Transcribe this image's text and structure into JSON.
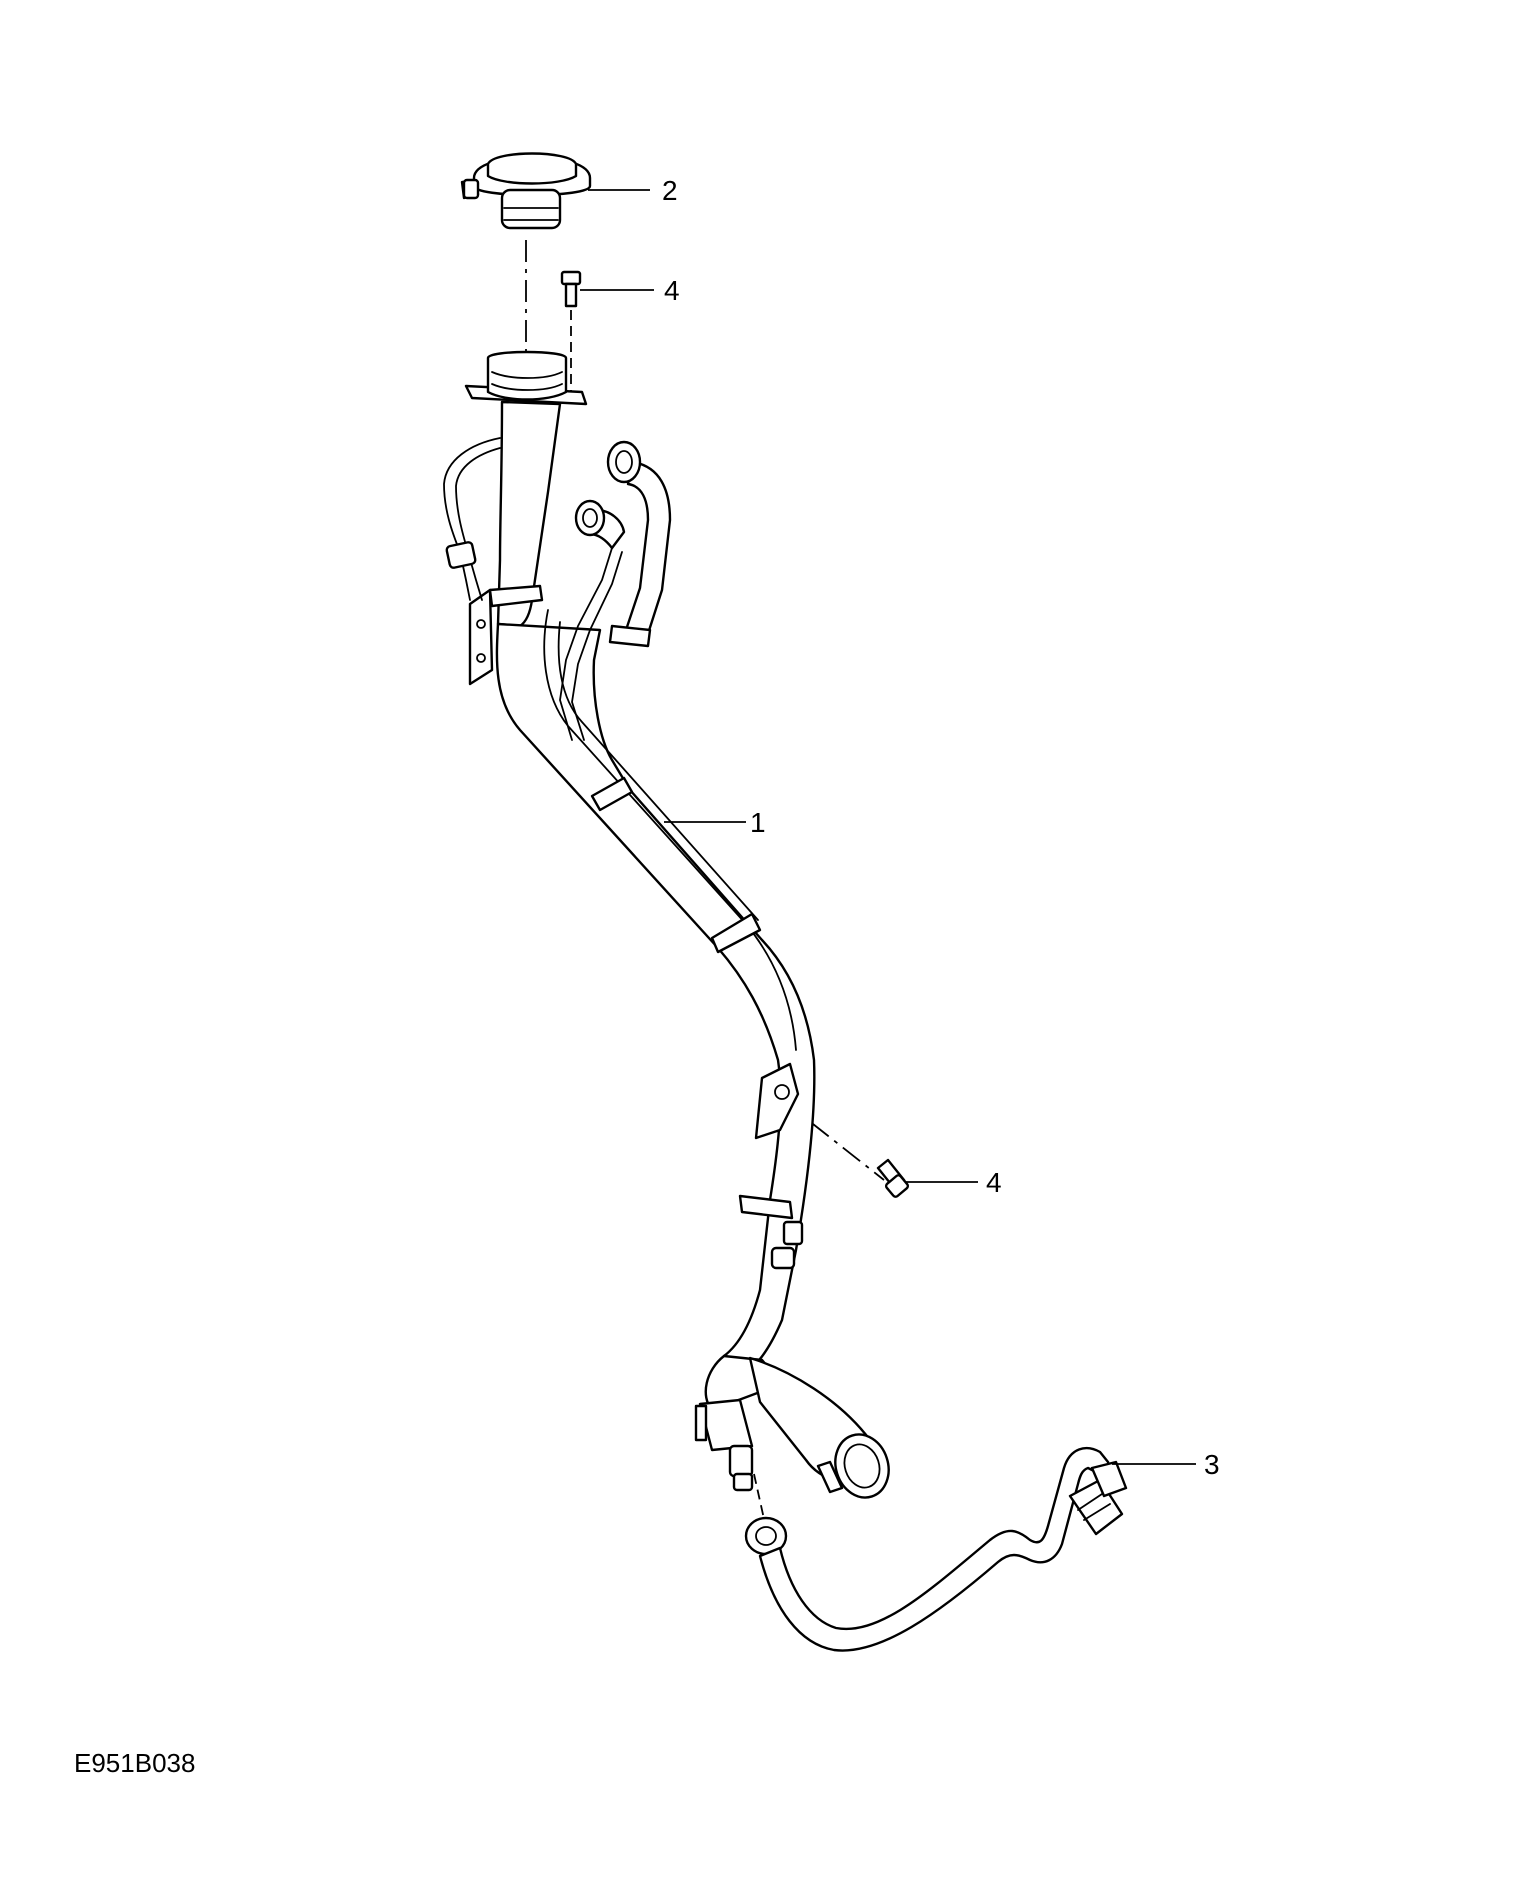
{
  "callouts": {
    "filler_pipe": "1",
    "filler_cap": "2",
    "vent_hose": "3",
    "bolt_top": "4",
    "bolt_lower": "4"
  },
  "figure_code": "E951B038"
}
